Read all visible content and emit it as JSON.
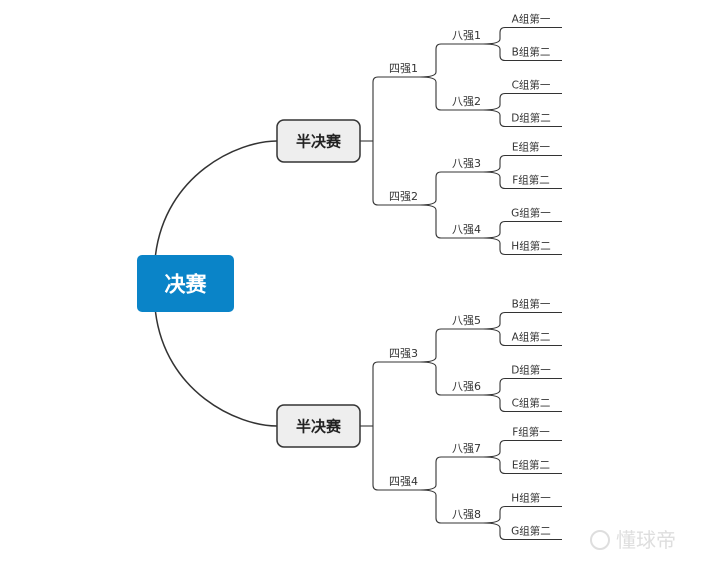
{
  "root": {
    "label": "决赛",
    "color": "#0a84c8"
  },
  "semis": [
    {
      "label": "半决赛",
      "quarters": [
        {
          "label": "四强1",
          "eighths": [
            {
              "label": "八强1",
              "teams": [
                "A组第一",
                "B组第二"
              ]
            },
            {
              "label": "八强2",
              "teams": [
                "C组第一",
                "D组第二"
              ]
            }
          ]
        },
        {
          "label": "四强2",
          "eighths": [
            {
              "label": "八强3",
              "teams": [
                "E组第一",
                "F组第二"
              ]
            },
            {
              "label": "八强4",
              "teams": [
                "G组第一",
                "H组第二"
              ]
            }
          ]
        }
      ]
    },
    {
      "label": "半决赛",
      "quarters": [
        {
          "label": "四强3",
          "eighths": [
            {
              "label": "八强5",
              "teams": [
                "B组第一",
                "A组第二"
              ]
            },
            {
              "label": "八强6",
              "teams": [
                "D组第一",
                "C组第二"
              ]
            }
          ]
        },
        {
          "label": "四强4",
          "eighths": [
            {
              "label": "八强7",
              "teams": [
                "F组第一",
                "E组第二"
              ]
            },
            {
              "label": "八强8",
              "teams": [
                "H组第一",
                "G组第二"
              ]
            }
          ]
        }
      ]
    }
  ],
  "colors": {
    "semi_fill": "#eeeeee",
    "line": "#333333"
  },
  "watermark": "懂球帝"
}
